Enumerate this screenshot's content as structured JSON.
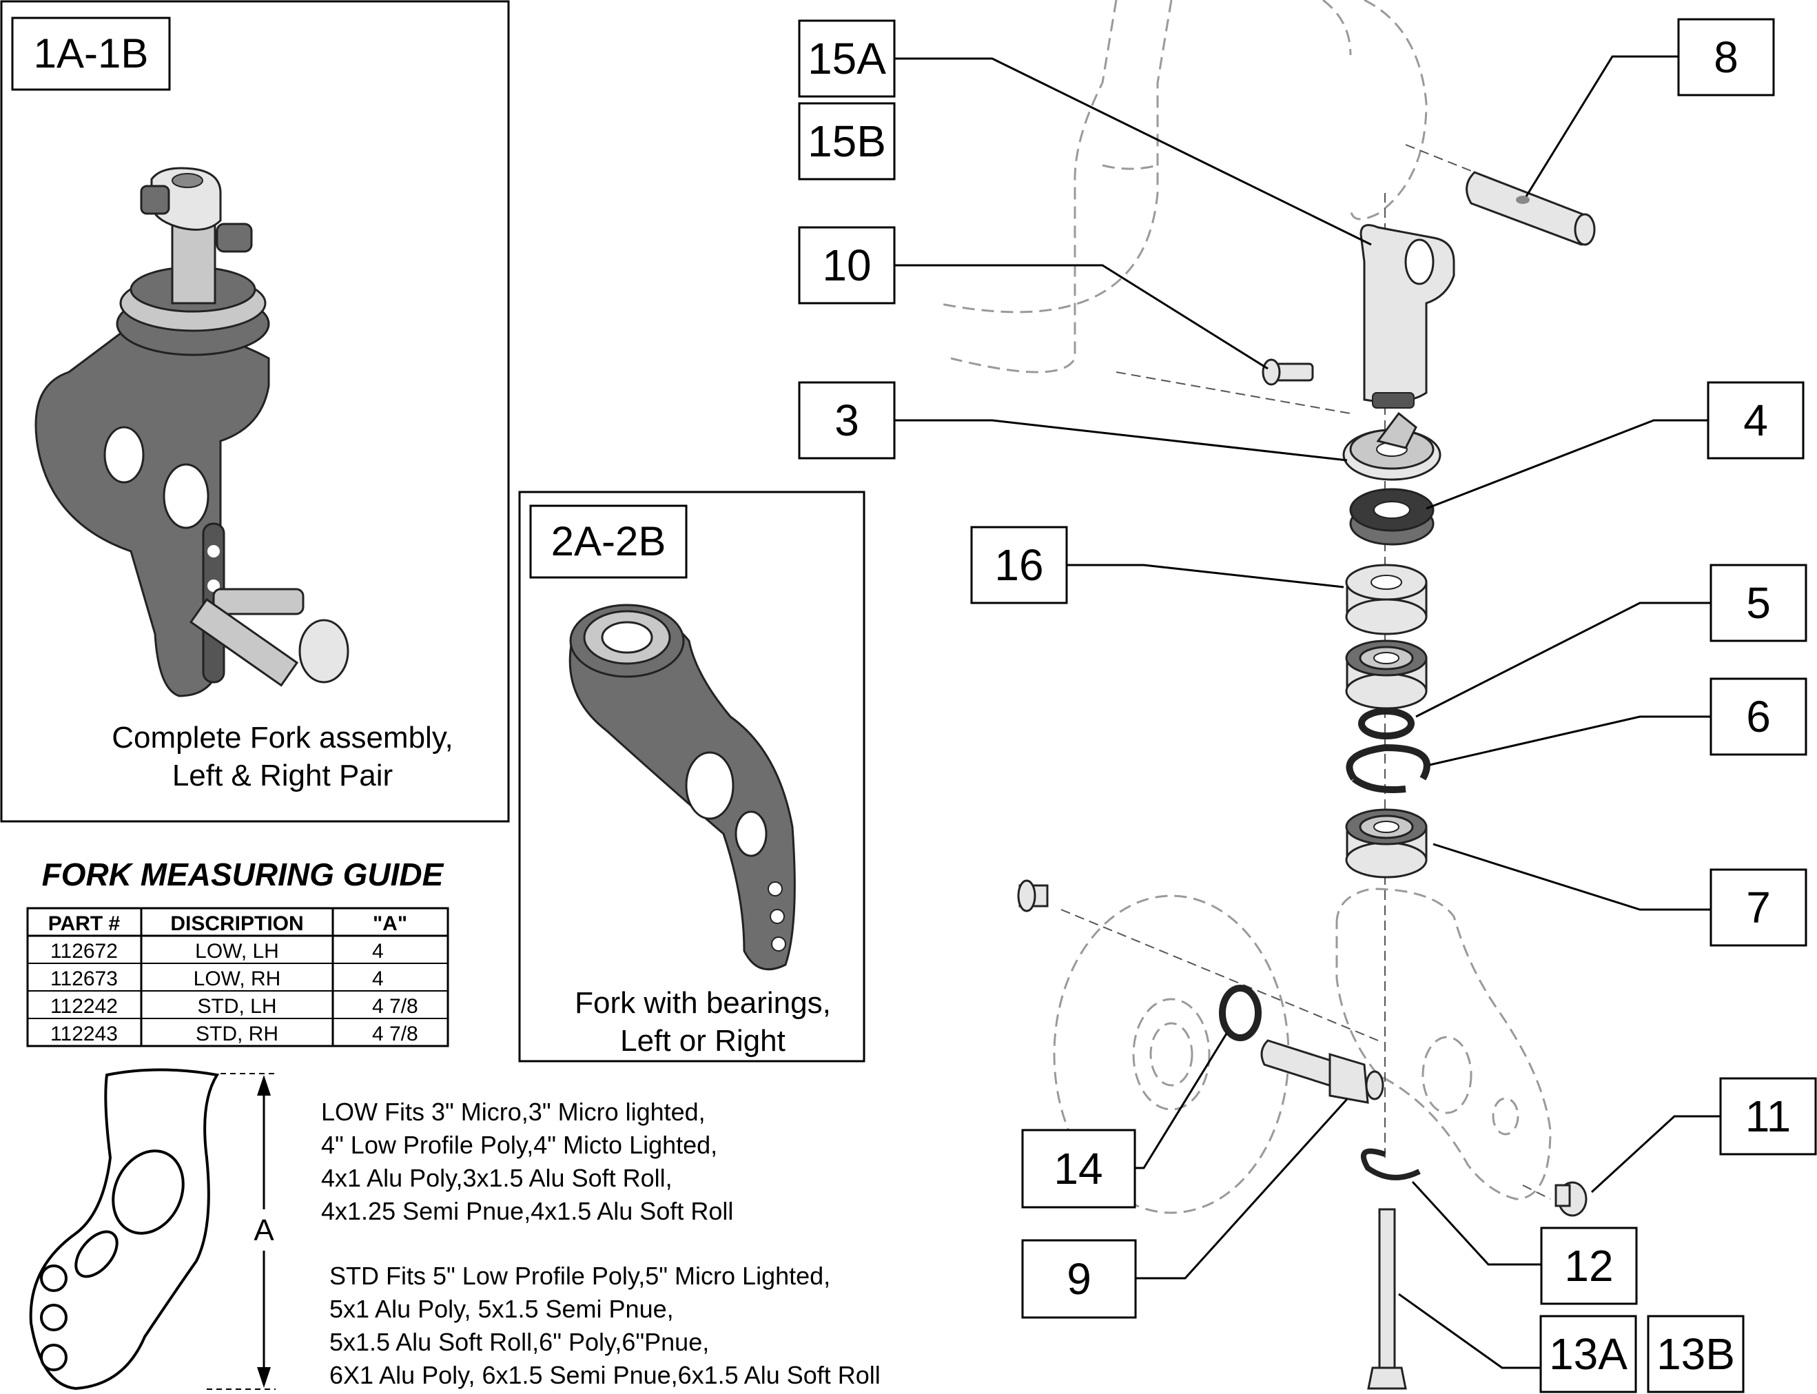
{
  "panel_1": {
    "label": "1A-1B",
    "caption_line1": "Complete Fork assembly,",
    "caption_line2": "Left & Right Pair"
  },
  "panel_2": {
    "label": "2A-2B",
    "caption_line1": "Fork with bearings,",
    "caption_line2": "Left or Right"
  },
  "guide": {
    "title": "FORK MEASURING GUIDE",
    "headers": [
      "PART #",
      "DISCRIPTION",
      "\"A\""
    ],
    "rows": [
      [
        "112672",
        "LOW, LH",
        "4"
      ],
      [
        "112673",
        "LOW, RH",
        "4"
      ],
      [
        "112242",
        "STD, LH",
        "4 7/8"
      ],
      [
        "112243",
        "STD, RH",
        "4 7/8"
      ]
    ],
    "dimension_label": "A",
    "low_fits": [
      "LOW Fits 3\" Micro,3\" Micro lighted,",
      "4\" Low Profile Poly,4\" Micto Lighted,",
      "4x1 Alu Poly,3x1.5 Alu Soft Roll,",
      "4x1.25 Semi Pnue,4x1.5 Alu Soft Roll"
    ],
    "std_fits": [
      "STD Fits 5\" Low Profile Poly,5\" Micro Lighted,",
      "5x1 Alu Poly, 5x1.5 Semi Pnue,",
      "5x1.5 Alu Soft Roll,6\" Poly,6\"Pnue,",
      "6X1 Alu Poly, 6x1.5 Semi Pnue,6x1.5 Alu Soft Roll"
    ]
  },
  "callouts": {
    "c15A": "15A",
    "c15B": "15B",
    "c8": "8",
    "c10": "10",
    "c3": "3",
    "c4": "4",
    "c16": "16",
    "c5": "5",
    "c6": "6",
    "c7": "7",
    "c11": "11",
    "c14": "14",
    "c12": "12",
    "c9": "9",
    "c13A": "13A",
    "c13B": "13B"
  }
}
